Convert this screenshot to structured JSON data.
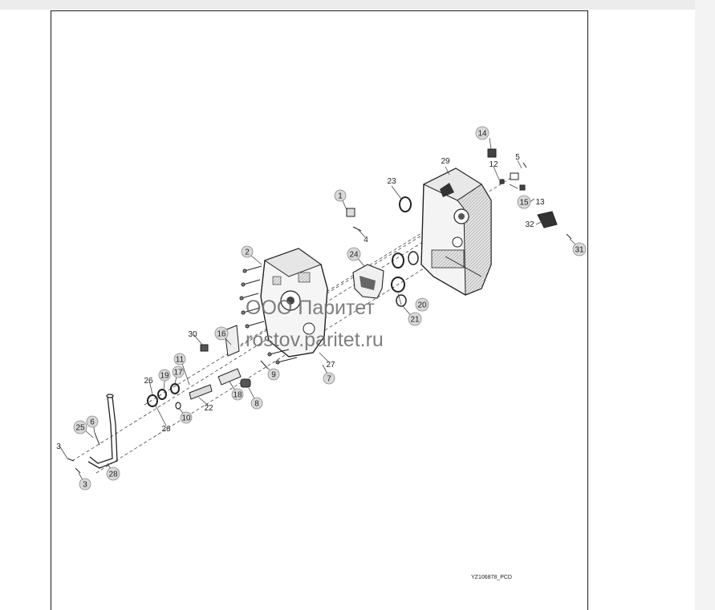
{
  "watermark": {
    "line1": "ООО Паритет",
    "line2": "rostov.paritet.ru"
  },
  "reference_code": "YZ106878_PCD",
  "part_numbers": {
    "p1": "1",
    "p2": "2",
    "p3a": "3",
    "p3b": "3",
    "p4": "4",
    "p5": "5",
    "p6": "6",
    "p7": "7",
    "p8": "8",
    "p9": "9",
    "p10": "10",
    "p11": "11",
    "p12": "12",
    "p13": "13",
    "p14": "14",
    "p15": "15",
    "p16": "16",
    "p17": "17",
    "p18": "18",
    "p19": "19",
    "p20": "20",
    "p21": "21",
    "p22": "22",
    "p23": "23",
    "p24": "24",
    "p25": "25",
    "p26a": "26",
    "p26b": "26",
    "p27": "27",
    "p28": "28",
    "p29": "29",
    "p30": "30",
    "p31": "31",
    "p32": "32"
  },
  "colors": {
    "line": "#333333",
    "callout_fill": "#d9d9d9",
    "callout_stroke": "#8a8a8a",
    "part_fill": "#f2f2f2",
    "part_shade": "#5a5a5a"
  }
}
